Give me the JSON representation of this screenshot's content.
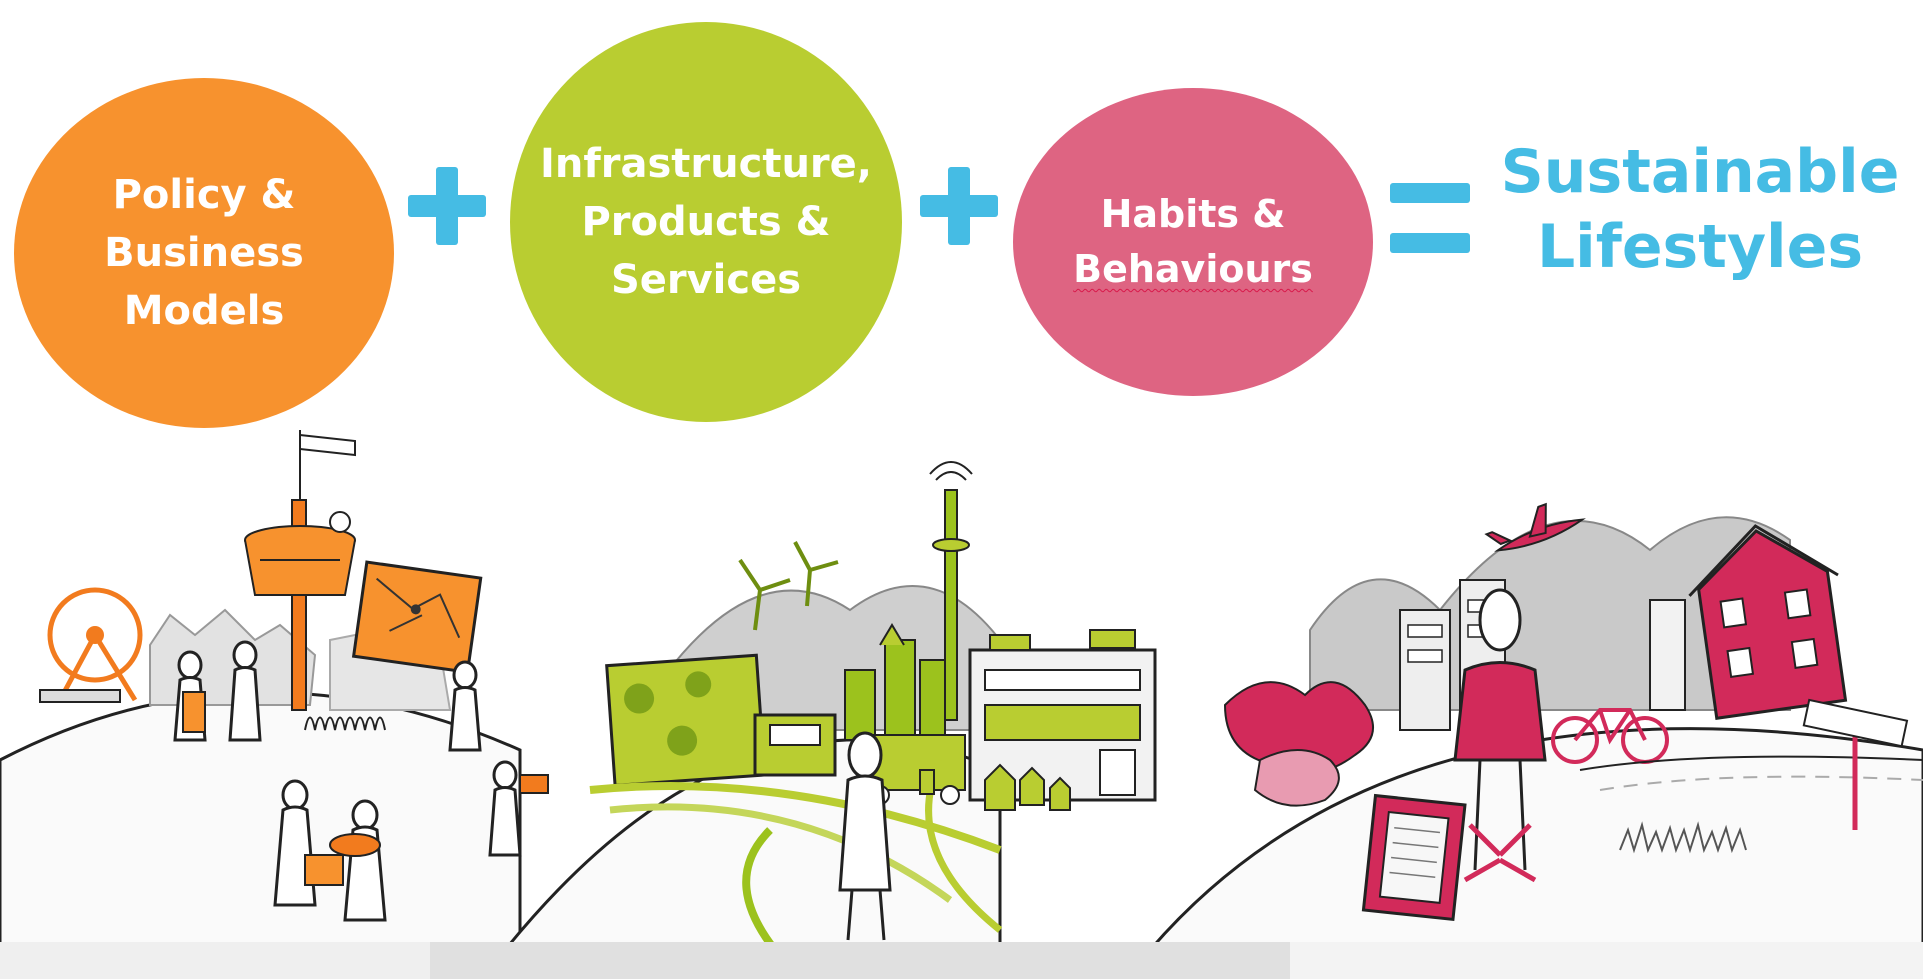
{
  "equation": {
    "terms": [
      {
        "label": "Policy &\nBusiness\nModels",
        "color": "#F7922E"
      },
      {
        "label": "Infrastructure,\nProducts &\nServices",
        "color": "#B9CD31"
      },
      {
        "label_line1": "Habits &",
        "label_line2": "Behaviours",
        "color": "#DE6482"
      }
    ],
    "operators": {
      "plus": "+",
      "equals": "=",
      "color": "#45BCE4"
    },
    "result": {
      "label": "Sustainable\nLifestyles",
      "color": "#45BCE4"
    }
  },
  "illustrations": [
    {
      "name": "policy-world",
      "accent": "#F27B1E"
    },
    {
      "name": "infrastructure-world",
      "accent": "#9CC21D"
    },
    {
      "name": "behaviour-world",
      "accent": "#D22A5A"
    }
  ],
  "palette": {
    "ink": "#222222",
    "grey": "#BDBDBD",
    "light_grey": "#E6E6E6"
  }
}
